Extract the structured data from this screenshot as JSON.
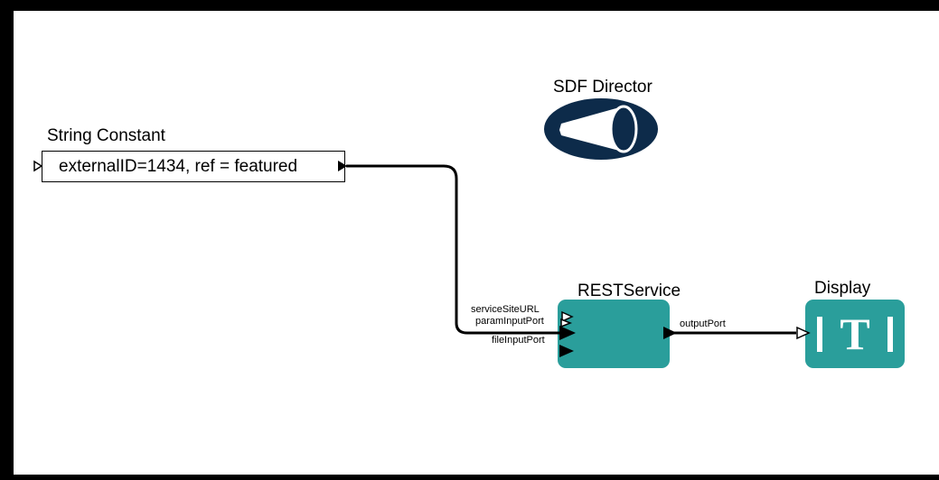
{
  "director": {
    "label": "SDF Director",
    "color": "#0d2b4a"
  },
  "string_constant": {
    "title": "String Constant",
    "value": "externalID=1434, ref = featured"
  },
  "rest_service": {
    "title": "RESTService",
    "input_ports": [
      "serviceSiteURL",
      "paramInputPort",
      "fileInputPort"
    ],
    "output_port": "outputPort",
    "color": "#2a9e9b"
  },
  "display": {
    "title": "Display",
    "icon_letter": "T",
    "color": "#2a9e9b"
  }
}
